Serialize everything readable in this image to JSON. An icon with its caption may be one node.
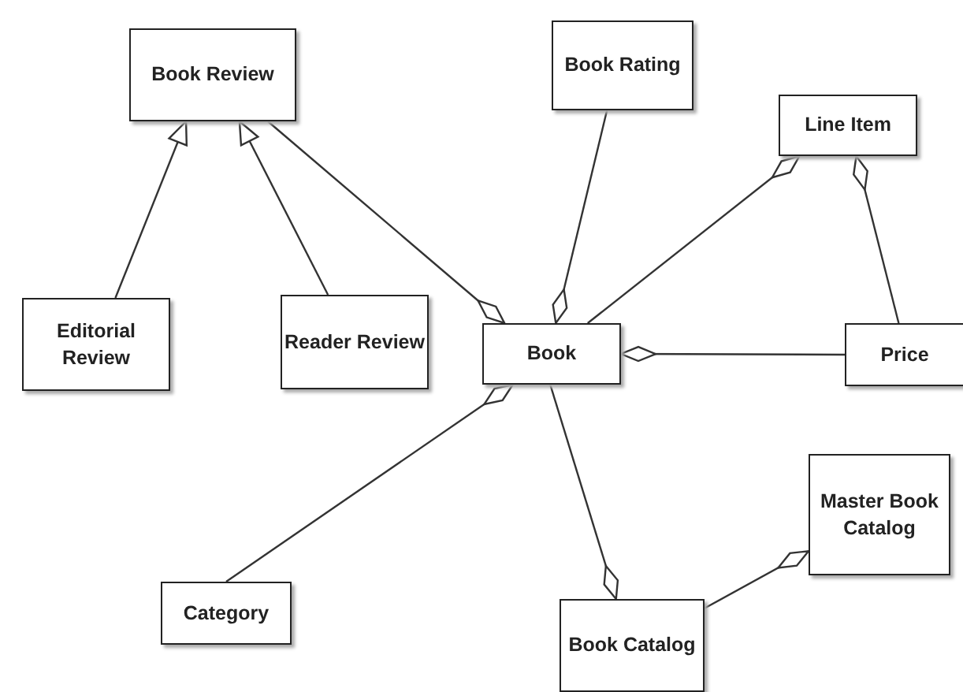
{
  "diagram": {
    "nodes": [
      {
        "text": [
          "Book Review"
        ]
      },
      {
        "text": [
          "Book Rating"
        ]
      },
      {
        "text": [
          "Line Item"
        ]
      },
      {
        "text": [
          "Editorial Review"
        ]
      },
      {
        "text": [
          "Reader Review"
        ]
      },
      {
        "text": [
          "Book"
        ]
      },
      {
        "text": [
          "Price"
        ]
      },
      {
        "text": [
          "Category"
        ]
      },
      {
        "text": [
          "Master Book Catalog"
        ]
      },
      {
        "text": [
          "Book Catalog"
        ]
      }
    ],
    "edges": [
      {
        "from": 3,
        "to": 0,
        "arrow": "to"
      },
      {
        "from": 4,
        "to": 0,
        "arrow": "to"
      },
      {
        "from": 0,
        "to": 5,
        "arrow": "other"
      },
      {
        "from": 1,
        "to": 5,
        "arrow": "other"
      },
      {
        "from": 5,
        "to": 2,
        "arrow": "other"
      },
      {
        "from": 6,
        "to": 2,
        "arrow": "other"
      },
      {
        "from": 6,
        "to": 5,
        "arrow": "other"
      },
      {
        "from": 7,
        "to": 5,
        "arrow": "other"
      },
      {
        "from": 5,
        "to": 9,
        "arrow": "other"
      },
      {
        "from": 9,
        "to": 8,
        "arrow": "other"
      }
    ]
  }
}
